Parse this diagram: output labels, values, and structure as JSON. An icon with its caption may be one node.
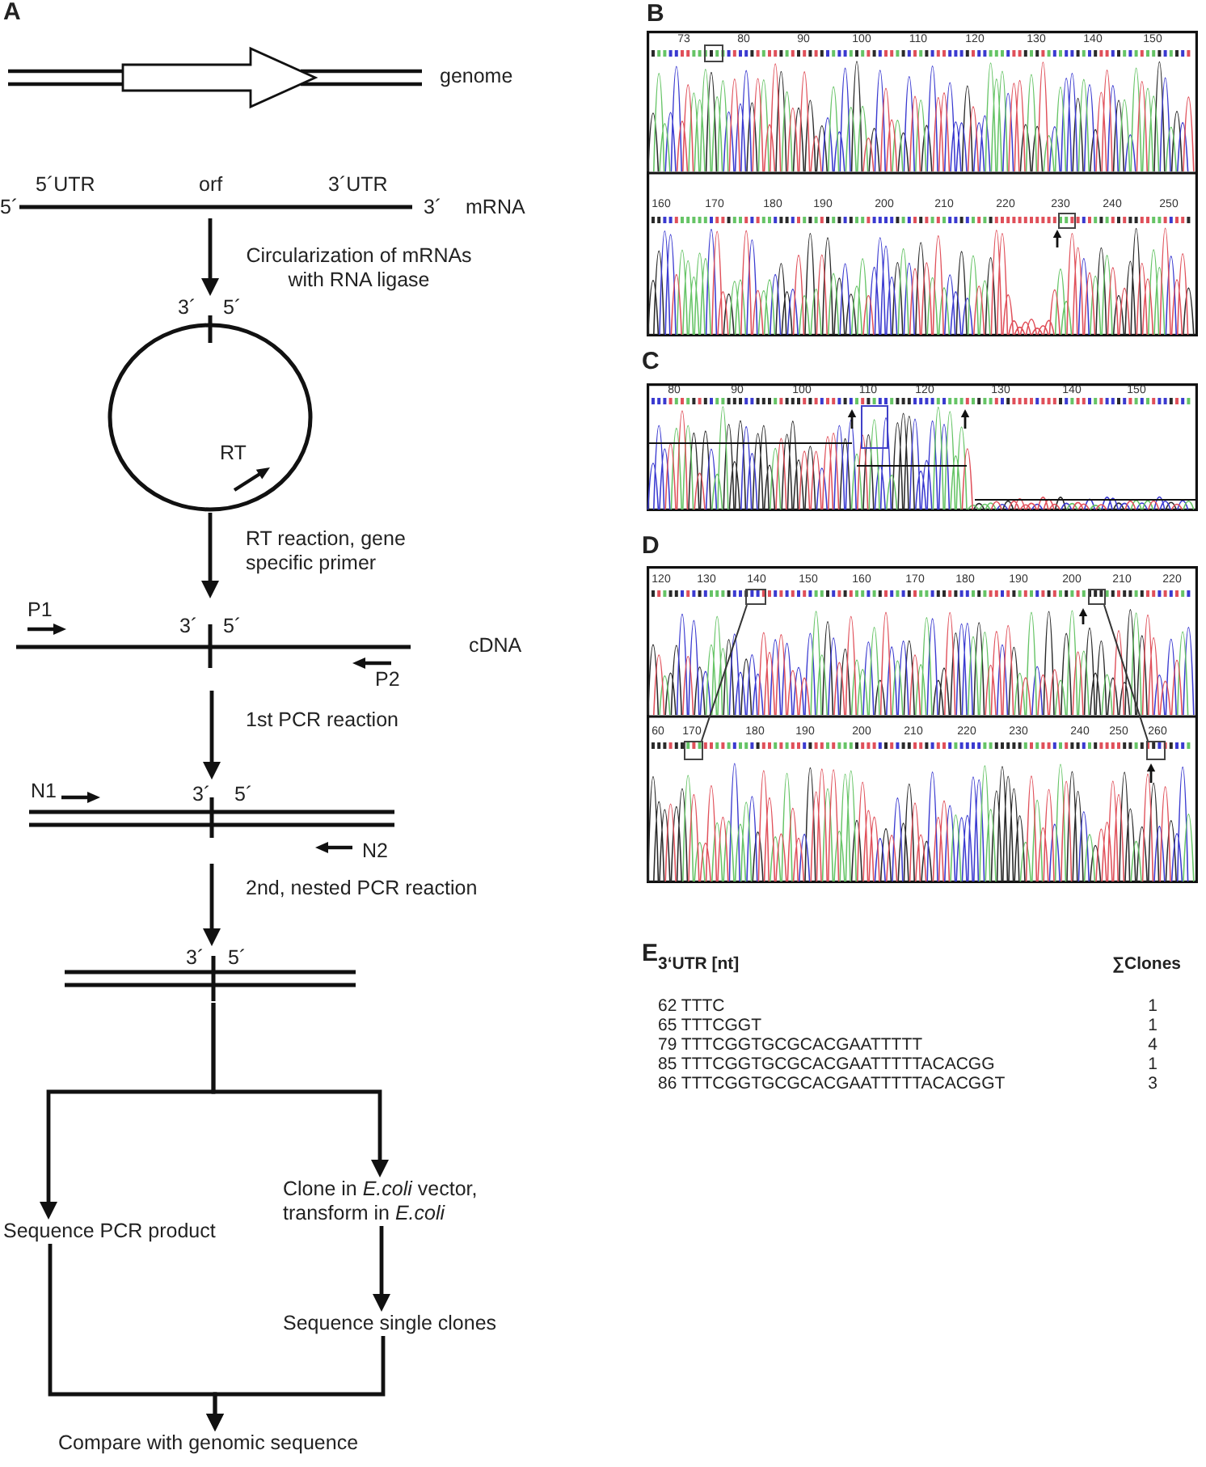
{
  "diagram": {
    "nodes": [
      {
        "text": [
          "genome"
        ]
      },
      {
        "text": [
          "5´UTR",
          "orf",
          "3´UTR",
          "5´",
          "3´",
          "mRNA"
        ]
      },
      {
        "text": [
          "3´",
          "5´",
          "RT"
        ]
      },
      {
        "text": [
          "P1",
          "3´",
          "5´",
          "cDNA",
          "P2"
        ]
      },
      {
        "text": [
          "N1",
          "3´",
          "5´",
          "N2"
        ]
      },
      {
        "text": [
          "3´",
          "5´"
        ]
      },
      {
        "text": [
          "Sequence PCR product"
        ]
      },
      {
        "text": [
          "Clone in *E.coli* vector, transform in *E.coli*"
        ]
      },
      {
        "text": [
          "Sequence single clones"
        ]
      },
      {
        "text": [
          "Compare with genomic sequence"
        ]
      },
      {
        "text": [],
        "shape": "box"
      },
      {
        "text": [],
        "shape": "box"
      },
      {
        "text": [],
        "shape": "box"
      },
      {
        "text": [],
        "shape": "box"
      }
    ],
    "edges": [
      {
        "from": 1,
        "to": 2,
        "arrow": "to",
        "label": "Circularization of mRNAs with RNA ligase"
      },
      {
        "from": 2,
        "to": 3,
        "arrow": "to",
        "label": "RT reaction, gene specific primer"
      },
      {
        "from": 3,
        "to": 4,
        "arrow": "to",
        "label": "1st PCR reaction"
      },
      {
        "from": 4,
        "to": 5,
        "arrow": "to",
        "label": "2nd, nested PCR reaction"
      },
      {
        "from": 5,
        "to": 6,
        "arrow": "to"
      },
      {
        "from": 5,
        "to": 7,
        "arrow": "to"
      },
      {
        "from": 7,
        "to": 8,
        "arrow": "to"
      },
      {
        "from": 6,
        "to": 9,
        "arrow": "to"
      },
      {
        "from": 8,
        "to": 9,
        "arrow": "to"
      },
      {
        "from": 10,
        "to": 12,
        "arrow": "none"
      },
      {
        "from": 11,
        "to": 13,
        "arrow": "none"
      }
    ],
    "labels": [
      "A",
      "B",
      "73",
      "80",
      "90",
      "100",
      "110",
      "120",
      "130",
      "140",
      "150",
      "160",
      "170",
      "180",
      "190",
      "200",
      "210",
      "220",
      "230",
      "240",
      "250",
      "C",
      "80",
      "90",
      "100",
      "110",
      "120",
      "130",
      "140",
      "150",
      "D",
      "120",
      "130",
      "140",
      "150",
      "160",
      "170",
      "180",
      "190",
      "200",
      "210",
      "220",
      "60",
      "170",
      "180",
      "190",
      "200",
      "210",
      "220",
      "230",
      "240",
      "250",
      "260",
      "E",
      "3‘UTR [nt]",
      "∑Clones",
      "62 TTTC",
      "1",
      "65 TTTCGGT",
      "1",
      "79 TTTCGGTGCGCACGAATTTTT",
      "4",
      "85 TTTCGGTGCGCACGAATTTTTACACGG",
      "1",
      "86 TTTCGGTGCGCACGAATTTTTACACGGT",
      "3"
    ]
  }
}
